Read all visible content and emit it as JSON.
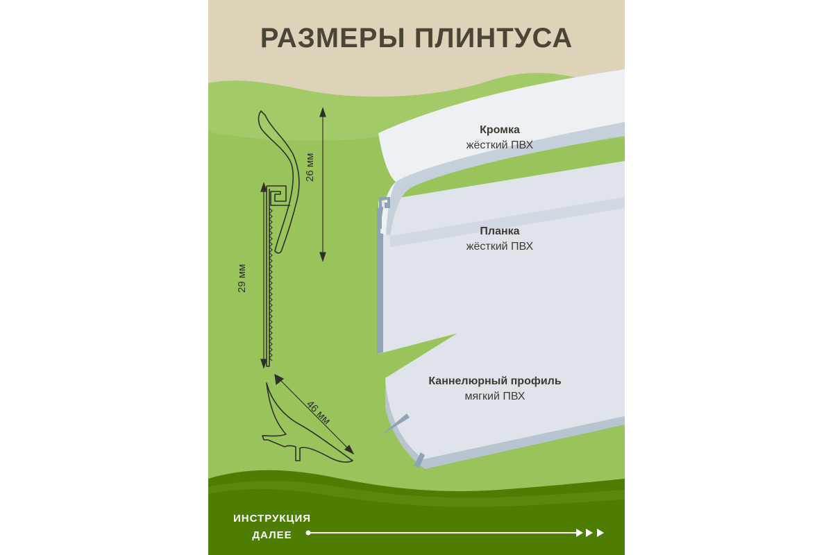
{
  "title": "РАЗМЕРЫ ПЛИНТУСА",
  "dimensions": {
    "height_top": "26 мм",
    "height_strip": "29 мм",
    "width_profile": "46 мм"
  },
  "products": [
    {
      "name": "Кромка",
      "material": "жёсткий ПВХ"
    },
    {
      "name": "Планка",
      "material": "жёсткий ПВХ"
    },
    {
      "name": "Каннелюрный профиль",
      "material": "мягкий ПВХ"
    }
  ],
  "cta": {
    "line1": "ИНСТРУКЦИЯ",
    "line2": "ДАЛЕЕ"
  },
  "colors": {
    "header_bg": "#ddd3b8",
    "main_green": "#98c45b",
    "light_green": "#a9cf72",
    "dark_green": "#4e7d04",
    "title_text": "#4b4537",
    "pvc_white": "#dde3ea",
    "pvc_edge": "#8fa3b8"
  }
}
